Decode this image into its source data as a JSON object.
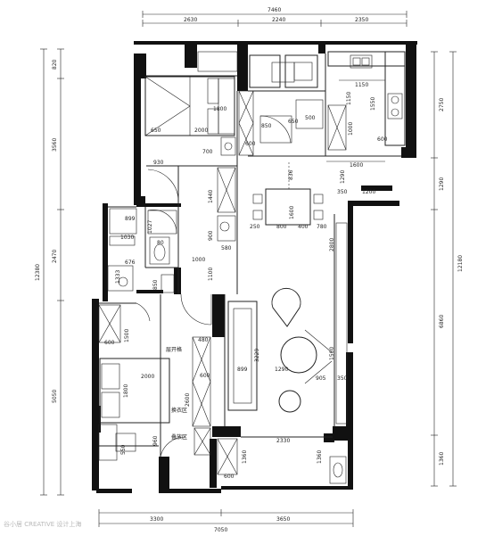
{
  "dims_top": {
    "total": "7460",
    "a": "2630",
    "b": "2240",
    "c": "2350"
  },
  "dims_bottom": {
    "a": "3300",
    "b": "3650",
    "total": "7050"
  },
  "dims_left": {
    "a": "820",
    "b": "3560",
    "c": "2470",
    "total": "12380",
    "d": "5050"
  },
  "dims_right": {
    "a": "2750",
    "b": "1290",
    "total": "12180",
    "c": "6860",
    "d": "1360"
  },
  "interior": {
    "d1150": "1150",
    "d1550": "1550",
    "d1800": "1800",
    "d650": "650",
    "d2000a": "2000",
    "d500": "500",
    "d650b": "650",
    "d600a": "600",
    "d1000": "1000",
    "d600b": "600",
    "d700": "700",
    "d930": "930",
    "d1600": "1600",
    "d836": "836",
    "d1290": "1290",
    "d1200": "1200",
    "d350a": "350",
    "d1440": "1440",
    "d1600b": "1600",
    "d250": "250",
    "d800": "800",
    "d400": "400",
    "d780": "780",
    "d899a": "899",
    "d1027": "1027",
    "d1030": "1030",
    "d80": "80",
    "d900": "900",
    "d580": "580",
    "d2800": "2800",
    "d676": "676",
    "d1000b": "1000",
    "d1100": "1100",
    "d1333": "1333",
    "d850": "850",
    "d1500": "1500",
    "d600c": "600",
    "d480": "480",
    "d899b": "899",
    "d3229": "3229",
    "d1290b": "1290",
    "d600d": "600",
    "d905": "905",
    "d350b": "350",
    "d2000b": "2000",
    "d1800b": "1800",
    "d2600": "2600",
    "d960": "960",
    "d550": "550",
    "d2330": "2330",
    "d1360a": "1360",
    "d1360b": "1360",
    "d600e": "600"
  },
  "labels": {
    "pull_cabinet": "层开格",
    "changing_area": "换衣区",
    "folding_area": "叠放区"
  },
  "watermark": "谷小居 CREATIVE 设计上海"
}
